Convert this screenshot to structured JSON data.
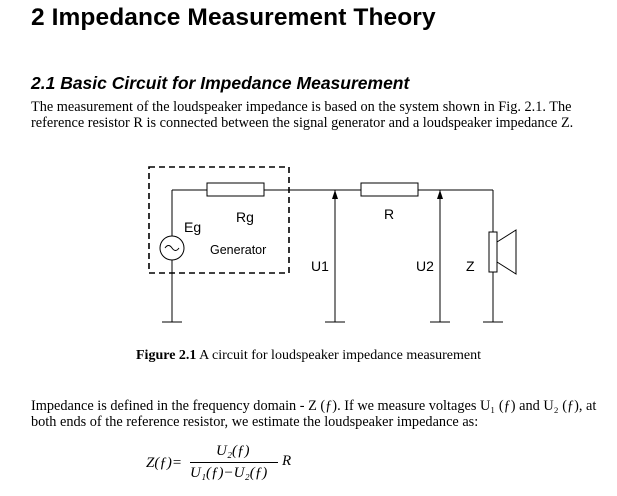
{
  "heading": "2 Impedance Measurement Theory",
  "subheading": "2.1 Basic Circuit for Impedance Measurement",
  "intro_paragraph": [
    "The measurement of the loudspeaker impedance is based on the system shown in Fig. 2.1. The",
    "reference resistor R is connected between the signal generator and a loudspeaker impedance Z."
  ],
  "figure": {
    "labels": {
      "eg": "Eg",
      "rg": "Rg",
      "generator": "Generator",
      "u1": "U1",
      "r": "R",
      "u2": "U2",
      "z": "Z",
      "source_symbol": "~"
    },
    "caption_label": "Figure 2.1",
    "caption_text": "A circuit for loudspeaker impedance measurement"
  },
  "body_paragraph": [
    "Impedance is defined in the frequency domain - Z (ƒ). If we measure voltages U₁ (ƒ) and U₂ (ƒ), at",
    "both ends of the reference resistor, we estimate the loudspeaker impedance as:"
  ],
  "formula": {
    "lhs": "Z(ƒ)=",
    "numerator": "U₂(ƒ)",
    "denominator": "U₁(ƒ)−U₂(ƒ)",
    "suffix": "R"
  }
}
